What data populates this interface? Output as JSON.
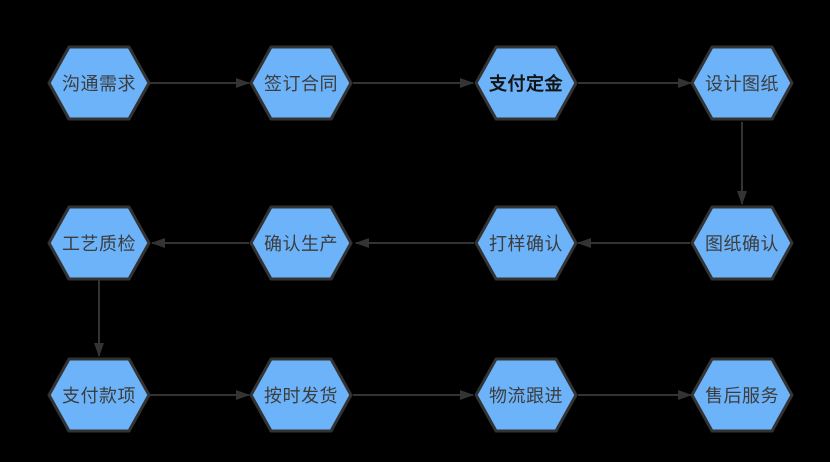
{
  "diagram": {
    "type": "flowchart",
    "shape": "hexagon",
    "colors": {
      "background": "#000000",
      "node-fill": "#6cb3fa",
      "node-border": "#333333",
      "connector": "#333333",
      "text": "#3d3d3d"
    },
    "nodes": [
      {
        "label": "沟通需求",
        "row": 1,
        "col": 1,
        "bold": false
      },
      {
        "label": "签订合同",
        "row": 1,
        "col": 2,
        "bold": false
      },
      {
        "label": "支付定金",
        "row": 1,
        "col": 3,
        "bold": true
      },
      {
        "label": "设计图纸",
        "row": 1,
        "col": 4,
        "bold": false
      },
      {
        "label": "图纸确认",
        "row": 2,
        "col": 4,
        "bold": false
      },
      {
        "label": "打样确认",
        "row": 2,
        "col": 3,
        "bold": false
      },
      {
        "label": "确认生产",
        "row": 2,
        "col": 2,
        "bold": false
      },
      {
        "label": "工艺质检",
        "row": 2,
        "col": 1,
        "bold": false
      },
      {
        "label": "支付款项",
        "row": 3,
        "col": 1,
        "bold": false
      },
      {
        "label": "按时发货",
        "row": 3,
        "col": 2,
        "bold": false
      },
      {
        "label": "物流跟进",
        "row": 3,
        "col": 3,
        "bold": false
      },
      {
        "label": "售后服务",
        "row": 3,
        "col": 4,
        "bold": false
      }
    ],
    "connectors": [
      {
        "from": "沟通需求",
        "to": "签订合同",
        "direction": "right"
      },
      {
        "from": "签订合同",
        "to": "支付定金",
        "direction": "right"
      },
      {
        "from": "支付定金",
        "to": "设计图纸",
        "direction": "right"
      },
      {
        "from": "设计图纸",
        "to": "图纸确认",
        "direction": "down"
      },
      {
        "from": "图纸确认",
        "to": "打样确认",
        "direction": "left"
      },
      {
        "from": "打样确认",
        "to": "确认生产",
        "direction": "left"
      },
      {
        "from": "确认生产",
        "to": "工艺质检",
        "direction": "left"
      },
      {
        "from": "工艺质检",
        "to": "支付款项",
        "direction": "down"
      },
      {
        "from": "支付款项",
        "to": "按时发货",
        "direction": "right"
      },
      {
        "from": "按时发货",
        "to": "物流跟进",
        "direction": "right"
      },
      {
        "from": "物流跟进",
        "to": "售后服务",
        "direction": "right"
      }
    ]
  }
}
